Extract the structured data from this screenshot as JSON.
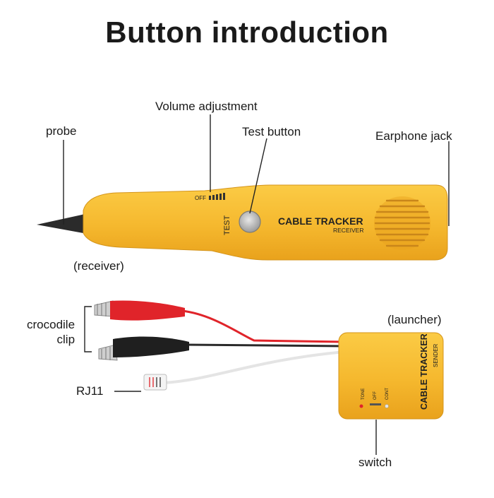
{
  "title": "Button introduction",
  "callouts": {
    "volume": "Volume adjustment",
    "probe": "probe",
    "test_button": "Test button",
    "earphone_jack": "Earphone jack",
    "receiver": "(receiver)",
    "launcher": "(launcher)",
    "crocodile_clip": "crocodile\nclip",
    "rj11": "RJ11",
    "switch": "switch"
  },
  "receiver_device": {
    "brand": "CABLE TRACKER",
    "model": "RECEIVER",
    "test_label": "TEST",
    "off_label": "OFF",
    "body_color": "#F5B82E"
  },
  "sender_device": {
    "brand": "CABLE TRACKER",
    "model": "SENDER",
    "switch_labels": [
      "TONE",
      "OFF",
      "CONT"
    ],
    "body_color": "#F5B82E"
  },
  "colors": {
    "clip_red": "#E0242A",
    "clip_black": "#1f1f1f",
    "wire_white": "#e9e9e9",
    "leader_line": "#222222"
  }
}
